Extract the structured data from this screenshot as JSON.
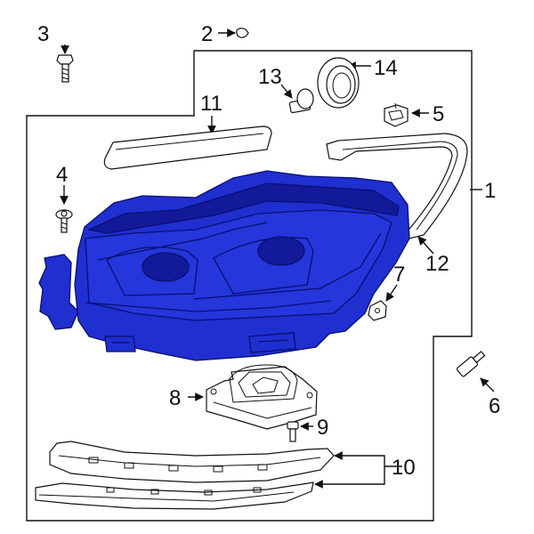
{
  "colors": {
    "highlight": "#1f2fd0",
    "highlight_dark": "#0a0f6e",
    "line": "#111111",
    "background": "#ffffff"
  },
  "callouts": [
    {
      "id": "c1",
      "label": "1"
    },
    {
      "id": "c2",
      "label": "2"
    },
    {
      "id": "c3",
      "label": "3"
    },
    {
      "id": "c4",
      "label": "4"
    },
    {
      "id": "c5",
      "label": "5"
    },
    {
      "id": "c6",
      "label": "6"
    },
    {
      "id": "c7",
      "label": "7"
    },
    {
      "id": "c8",
      "label": "8"
    },
    {
      "id": "c9",
      "label": "9"
    },
    {
      "id": "c10",
      "label": "10"
    },
    {
      "id": "c11",
      "label": "11"
    },
    {
      "id": "c12",
      "label": "12"
    },
    {
      "id": "c13",
      "label": "13"
    },
    {
      "id": "c14",
      "label": "14"
    }
  ]
}
